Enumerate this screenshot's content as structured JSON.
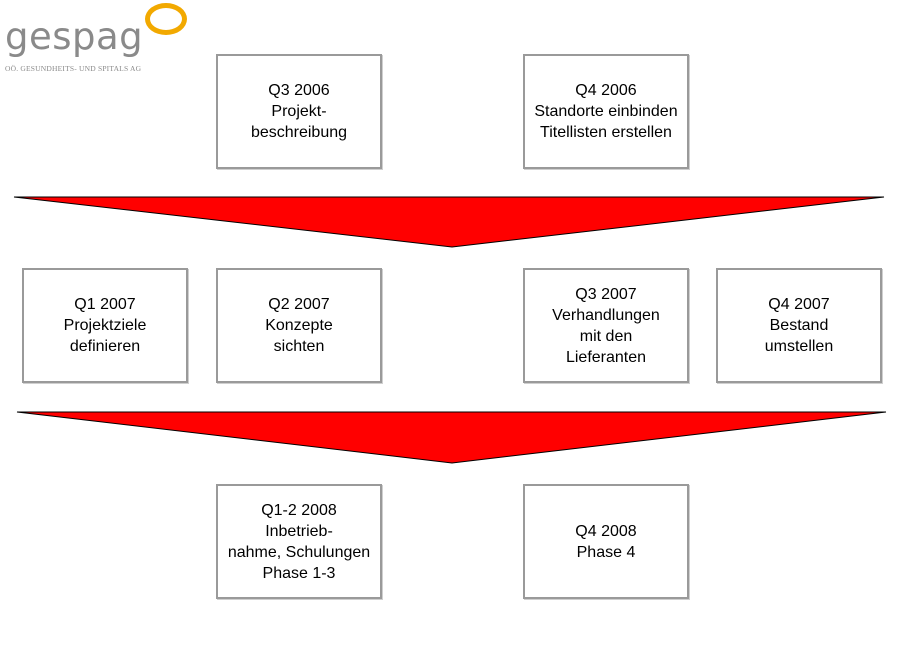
{
  "logo": {
    "word": "gespag",
    "tagline": "OÖ. GESUNDHEITS- UND SPITALS AG"
  },
  "colors": {
    "arrow_fill": "#ff0000",
    "box_border": "#9a9a9a",
    "logo_ring": "#f2a900",
    "logo_text": "#8a8a8a"
  },
  "boxes": [
    {
      "text": "Q3 2006\nProjekt-\nbeschreibung"
    },
    {
      "text": "Q4 2006\nStandorte einbinden\nTitellisten erstellen"
    },
    {
      "text": "Q1 2007\nProjektziele\ndefinieren"
    },
    {
      "text": "Q2 2007\nKonzepte\nsichten"
    },
    {
      "text": "Q3 2007\nVerhandlungen\nmit den\nLieferanten"
    },
    {
      "text": "Q4 2007\nBestand\numstellen"
    },
    {
      "text": "Q1-2 2008\nInbetrieb-\nnahme, Schulungen\nPhase 1-3"
    },
    {
      "text": "Q4 2008\nPhase 4"
    }
  ]
}
